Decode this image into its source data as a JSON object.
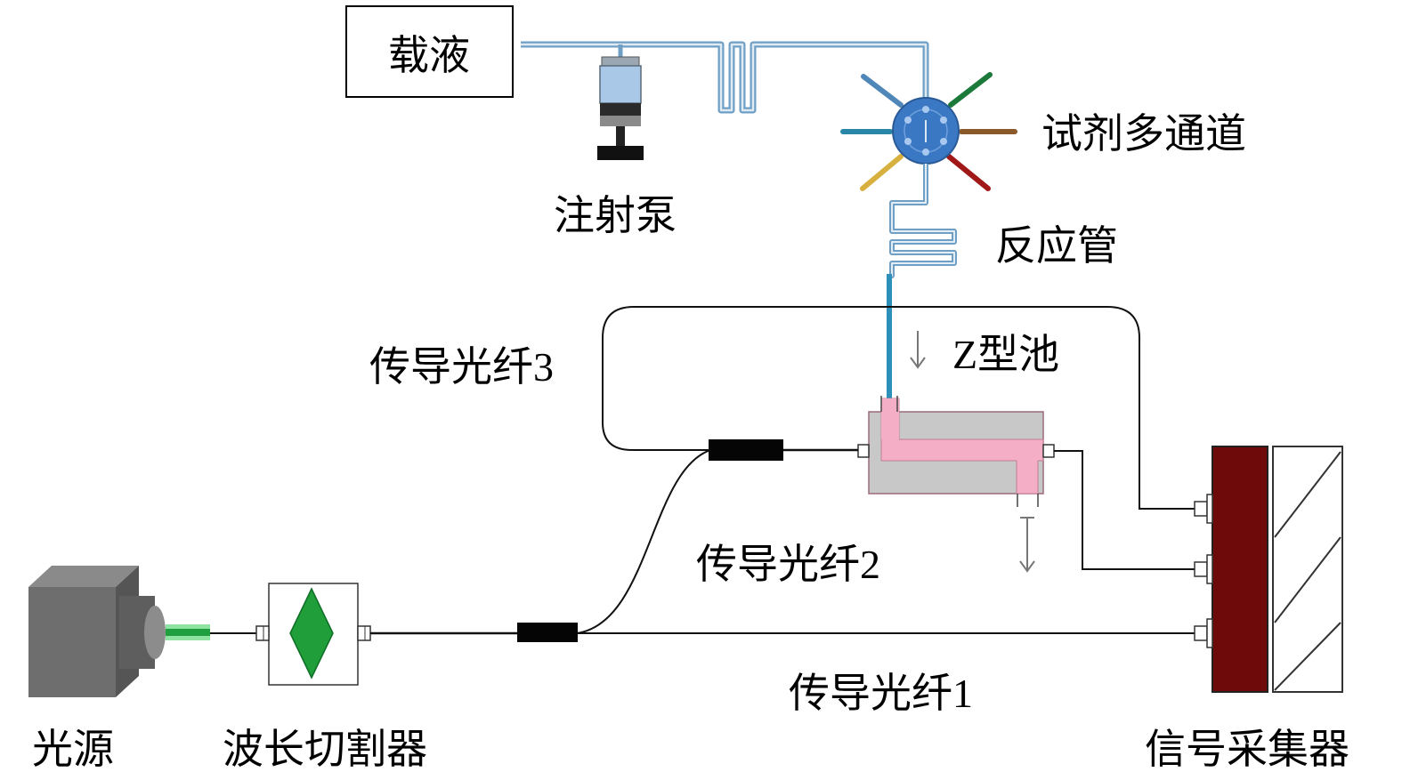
{
  "labels": {
    "carrier": "载液",
    "syringe_pump": "注射泵",
    "reagent_channels": "试剂多通道",
    "reaction_tube": "反应管",
    "z_cell": "Z型池",
    "fiber3": "传导光纤3",
    "fiber2": "传导光纤2",
    "fiber1": "传导光纤1",
    "light_source": "光源",
    "wavelength_cutter": "波长切割器",
    "signal_collector": "信号采集器"
  },
  "colors": {
    "tube": "#6f9fc4",
    "valve": "#3b78c4",
    "fiber": "#111111",
    "z_cell_body": "#c8c8c8",
    "z_cell_flow": "#f4aec6",
    "collector": "#6e0a0a",
    "source_body": "#6e6e6e",
    "green_beam": "#33cc55",
    "cutter_diamond": "#1f9e3a"
  },
  "icons": [
    "syringe-pump-icon",
    "multiport-valve-icon",
    "light-source-icon",
    "wavelength-cutter-icon",
    "signal-collector-icon",
    "z-cell-icon"
  ]
}
